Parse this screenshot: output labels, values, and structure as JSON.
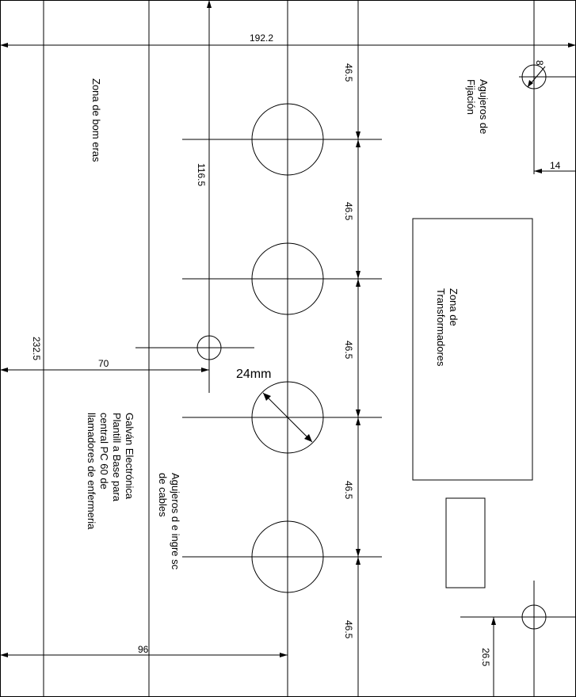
{
  "dimensions": {
    "width_total": "192.2",
    "height_total": "232.5",
    "spacing_1": "46.5",
    "spacing_2": "46.5",
    "spacing_3": "46.5",
    "spacing_4": "46.5",
    "spacing_5": "46.5",
    "hole_center_y": "116.5",
    "hole_center_x": "70",
    "bottom_96": "96",
    "fix_hole_dia": "8",
    "fix_hole_offset": "14",
    "bottom_right_26": "26.5",
    "hole_diameter": "24mm"
  },
  "labels": {
    "terminal_zone": "Zona de bom eras",
    "fix_holes": [
      "Agujeros de",
      "Fijación"
    ],
    "transformer_zone": [
      "Zona de",
      "Transformadores"
    ],
    "cable_holes": [
      "Agujeros d e ingre sc",
      "de cables"
    ],
    "title_block": [
      "Galván Electrónica",
      "Plantill a Base para",
      "central PC 60 de",
      "llamadores de enfermeria"
    ]
  }
}
